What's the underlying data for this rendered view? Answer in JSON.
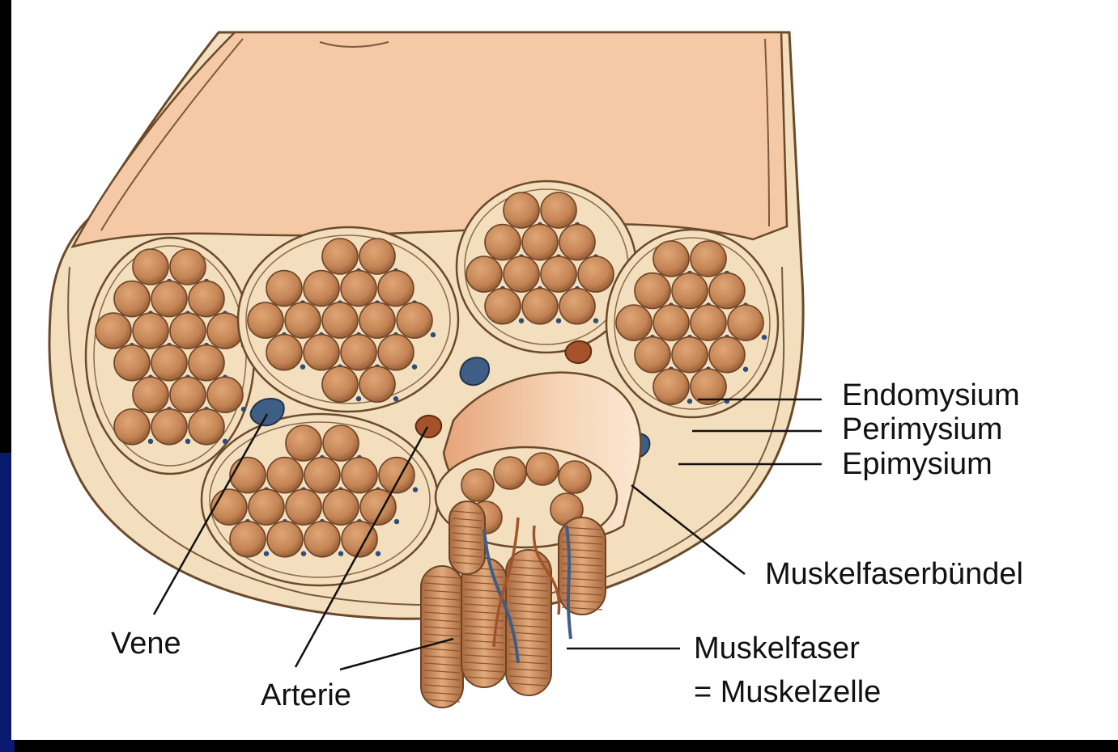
{
  "labels": {
    "endomysium": "Endomysium",
    "perimysium": "Perimysium",
    "epimysium": "Epimysium",
    "muskelfaserbuendel": "Muskelfaserbündel",
    "muskelfaser": "Muskelfaser",
    "muskelzelle": "= Muskelzelle",
    "vene": "Vene",
    "arterie": "Arterie"
  },
  "colors": {
    "background": "#000000",
    "slide_edge": "#0a1a6e",
    "panel": "#ffffff",
    "muscle_surface": "#f6c9a6",
    "connective_tissue": "#f3dfbd",
    "fiber": "#c98a5c",
    "vein": "#3f5e86",
    "artery": "#a4522a",
    "line": "#111111"
  }
}
